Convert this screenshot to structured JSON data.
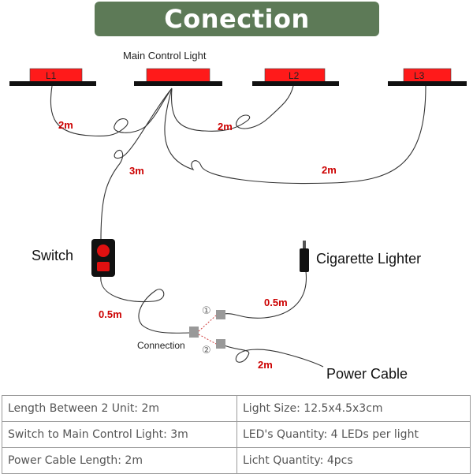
{
  "title": "Conection",
  "main_control_label": "Main Control Light",
  "lights": [
    {
      "label": "L1"
    },
    {
      "label": ""
    },
    {
      "label": "L2"
    },
    {
      "label": "L3"
    }
  ],
  "lengths": {
    "l1": "2m",
    "l2": "2m",
    "l3": "2m",
    "switch_cable": "3m",
    "switch_to_connection": "0.5m",
    "lighter_to_connection": "0.5m",
    "power_cable": "2m"
  },
  "switch_label": "Switch",
  "lighter_label": "Cigarette Lighter",
  "connection_label": "Connection",
  "markers": [
    "①",
    "②"
  ],
  "power_label": "Power Cable",
  "colors": {
    "banner": "#5d7a57",
    "light": "#ff1a1a",
    "dimension": "#cc0000"
  },
  "specs": [
    [
      "Length Between 2 Unit: 2m",
      "Light Size: 12.5x4.5x3cm"
    ],
    [
      "Switch to Main Control Light: 3m",
      "LED's Quantity: 4 LEDs per light"
    ],
    [
      "Power Cable Length: 2m",
      "Licht Quantity: 4pcs"
    ]
  ]
}
